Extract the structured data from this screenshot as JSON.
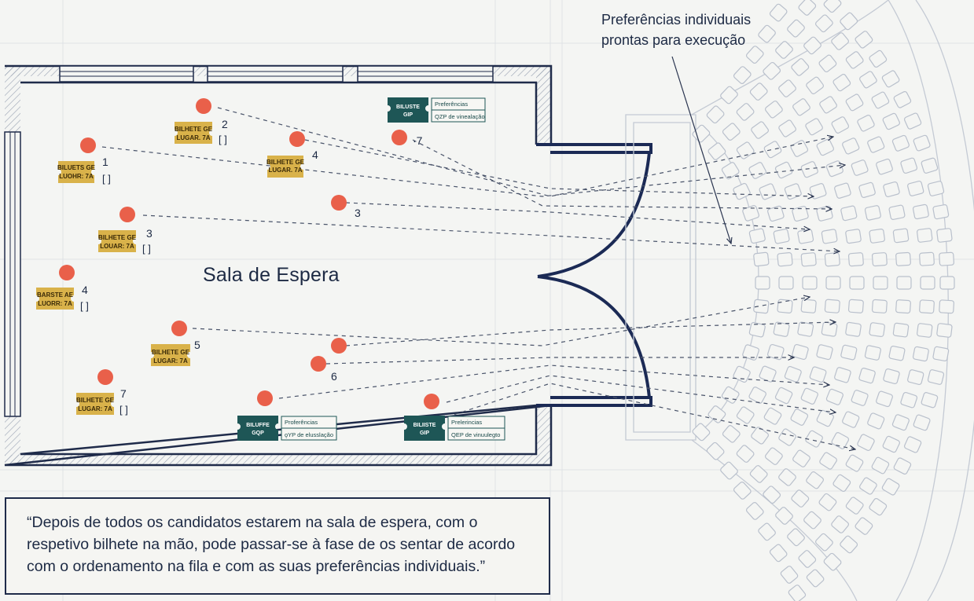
{
  "room": {
    "title": "Sala de Espera"
  },
  "note": {
    "text": "Preferências individuais prontas para execução"
  },
  "quote": {
    "text": "“Depois de todos os candidatos estarem na sala de espera, com o respetivo bilhete na mão, pode passar-se à fase de os sentar de acordo com o ordenamento na fila e com as suas preferências individuais.”"
  },
  "yellow_tickets": [
    {
      "lines": [
        "BILUETS GE",
        "LUOHR: 7A"
      ],
      "number": "1",
      "bracket": "[ ]"
    },
    {
      "lines": [
        "BILHETE GE",
        "LUGAR. 7A"
      ],
      "number": "2",
      "bracket": "[   ]"
    },
    {
      "lines": [
        "BILHETE GE",
        "LOUAR: 7A"
      ],
      "number": "3",
      "bracket": "[   ]"
    },
    {
      "lines": [
        "BILHETE GE",
        "LUGAR. 7A"
      ],
      "number": "4",
      "bracket": ""
    },
    {
      "lines": [
        "BARSTE AE",
        "LUORR: 7A"
      ],
      "number": "4",
      "bracket": "[  ]"
    },
    {
      "lines": [
        "BILHETE GE",
        "LUGAR: 7A"
      ],
      "number": "5",
      "bracket": ""
    },
    {
      "lines": [
        "BILHETE GE",
        "LUGAR: 7A"
      ],
      "number": "7",
      "bracket": "[ ]"
    }
  ],
  "solo_labels": [
    {
      "number": "·7"
    },
    {
      "number": "3"
    },
    {
      "number": "6"
    }
  ],
  "gqp_tickets": [
    {
      "ticket": [
        "BILUSTE",
        "GIP"
      ],
      "pref_title": "Preferências",
      "pref_sub": "QZP de vinealação"
    },
    {
      "ticket": [
        "BILUFFE",
        "GQP"
      ],
      "pref_title": "Proferências",
      "pref_sub": "ǫYP de elusslação"
    },
    {
      "ticket": [
        "BILIISTE",
        "GIP"
      ],
      "pref_title": "Prelerincias",
      "pref_sub": "QEP de vinuulegto"
    }
  ],
  "colors": {
    "ink": "#1d2a44",
    "wall": "#1f2b4a",
    "person": "#e9604a",
    "ticket_gold": "#d9b24a",
    "ticket_teal": "#1e5656",
    "blueprint_line": "#b9c0cc"
  }
}
